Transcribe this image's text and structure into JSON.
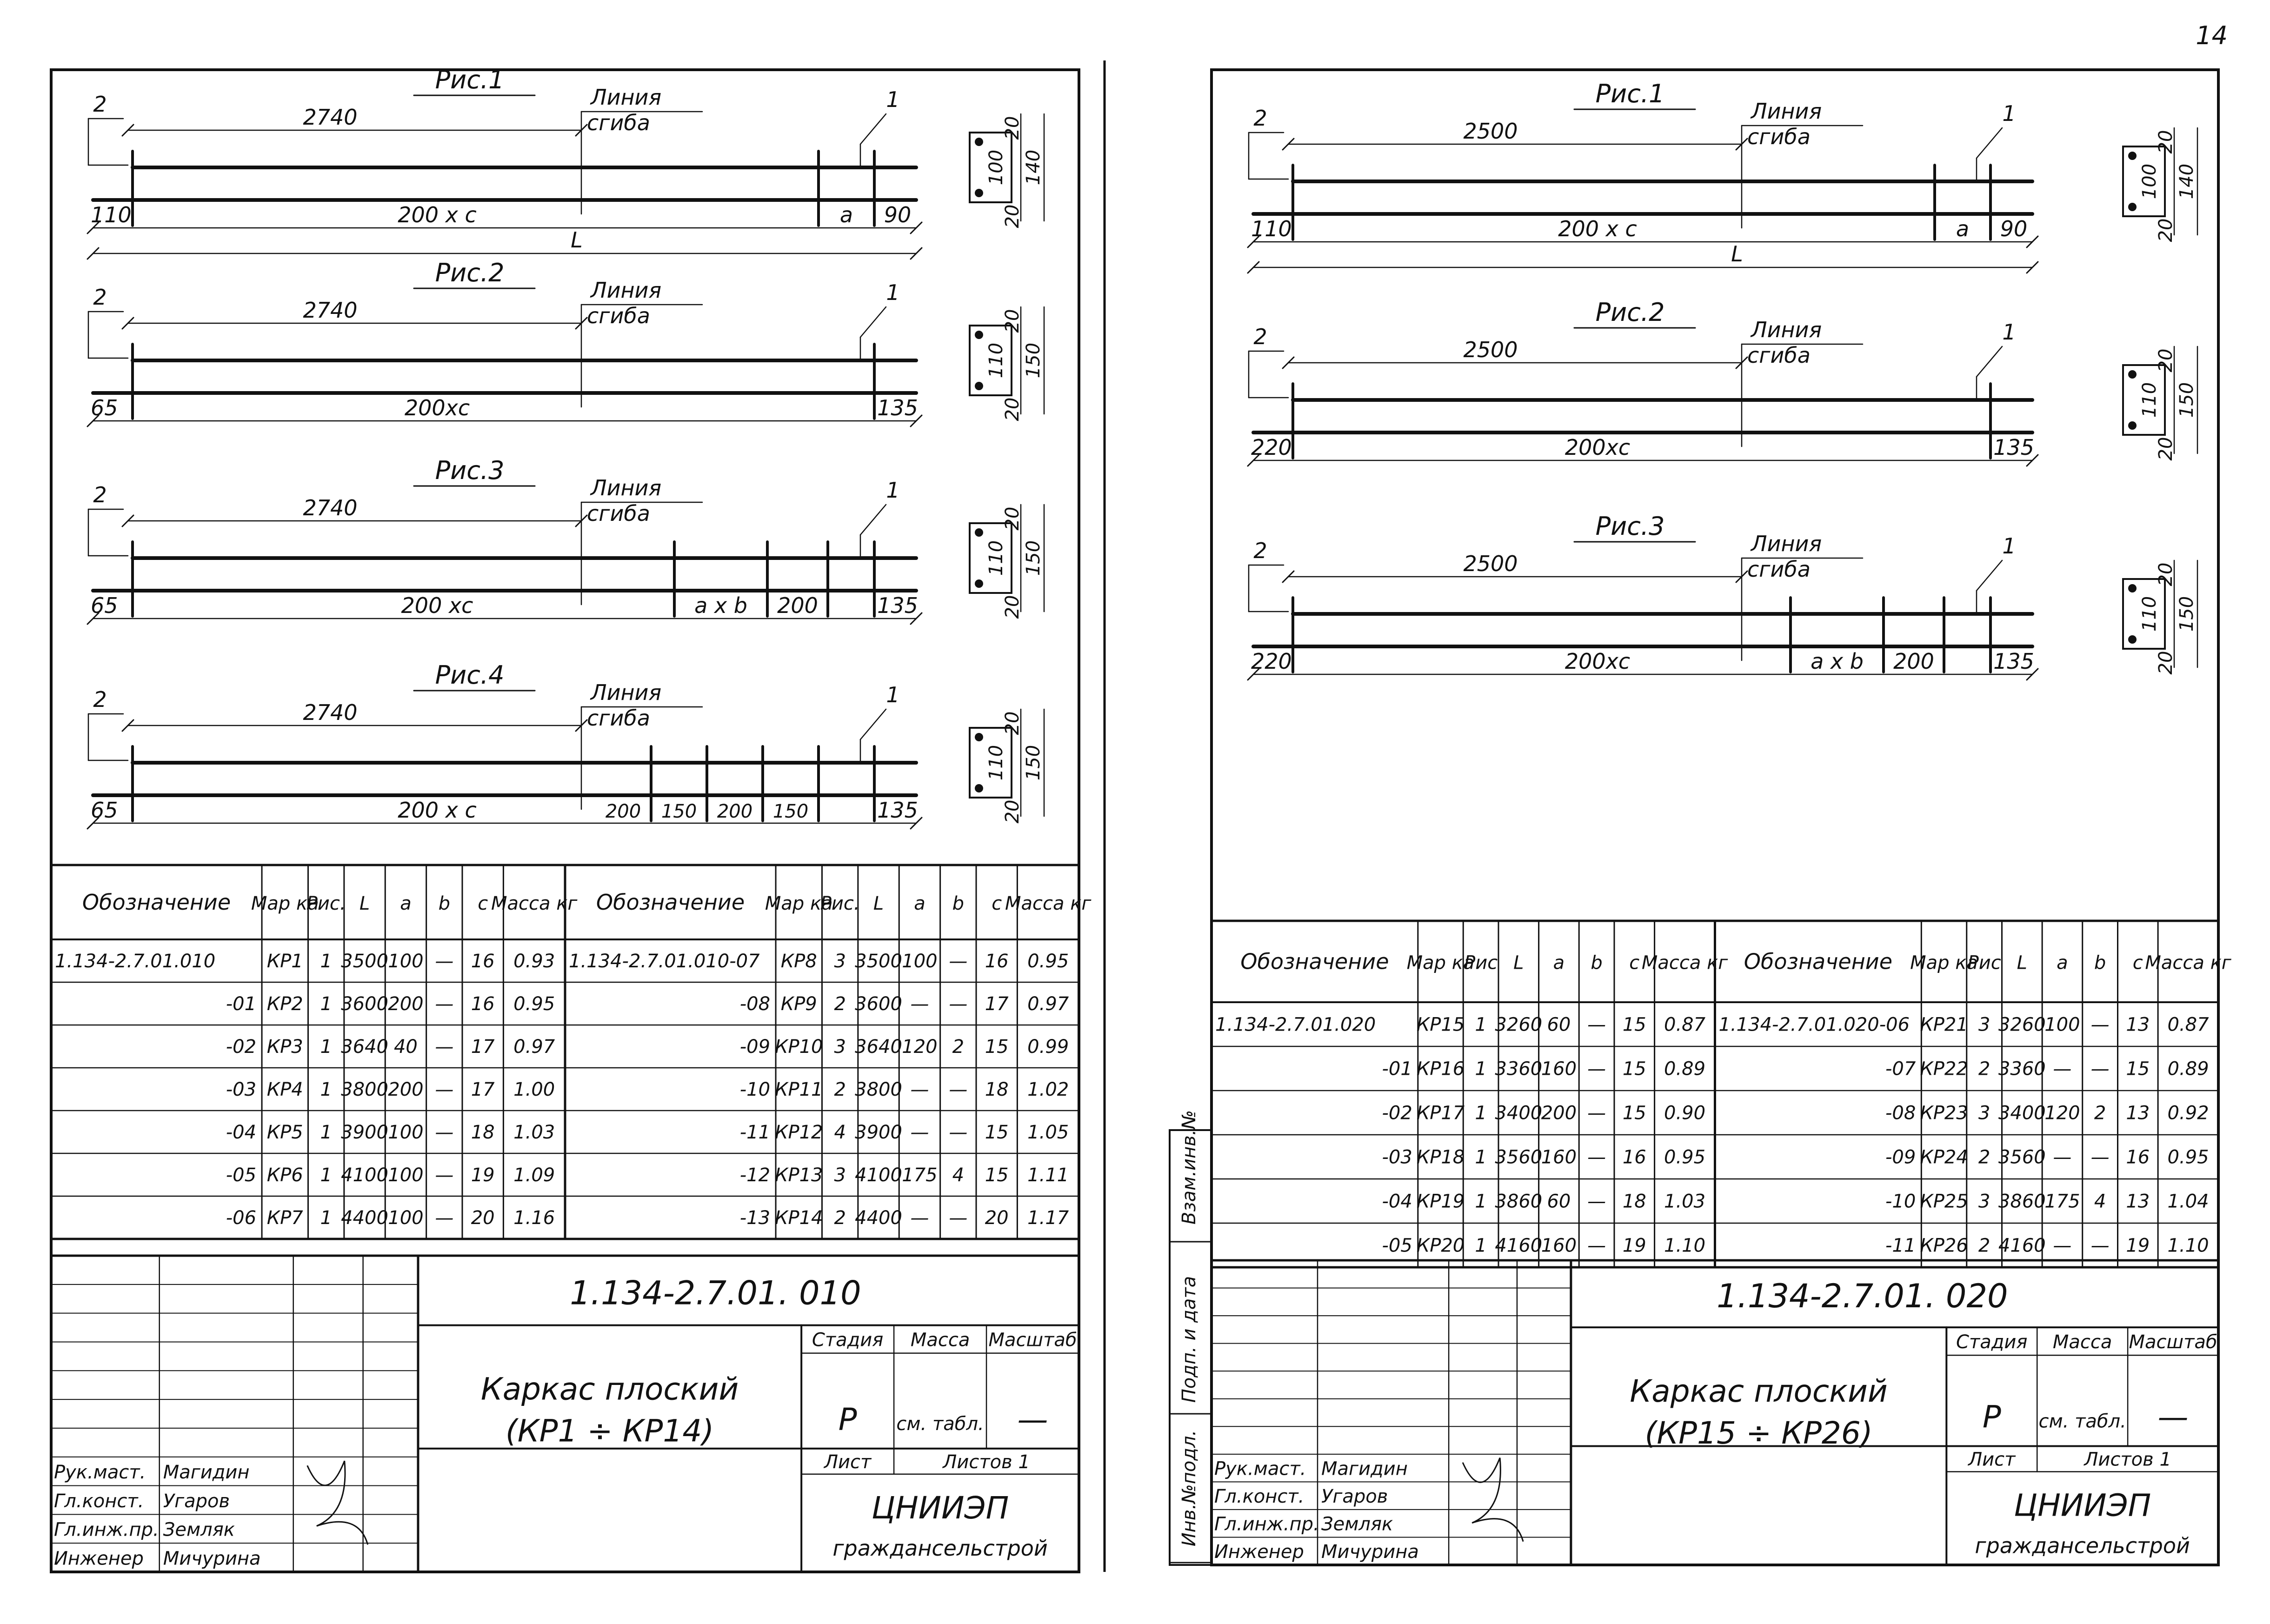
{
  "page_number": "14",
  "sheets": [
    {
      "figures": [
        {
          "title": "Рис.1",
          "dim_top": "2740",
          "top_left": "2",
          "fold_line": "Линия",
          "fold_line2": "сгиба",
          "bottom_left": "110",
          "spacing": "200 x c",
          "tag_a": "a",
          "right_end": "90",
          "length": "L",
          "mark1": "1",
          "sec_w": "100",
          "sec_top": "20",
          "sec_right": "140",
          "sec_bot": "20"
        },
        {
          "title": "Рис.2",
          "dim_top": "2740",
          "top_left": "2",
          "fold_line": "Линия",
          "fold_line2": "сгиба",
          "bottom_left": "65",
          "spacing": "200xc",
          "right_end": "135",
          "mark1": "1",
          "sec_w": "110",
          "sec_top": "20",
          "sec_right": "150",
          "sec_bot": "20"
        },
        {
          "title": "Рис.3",
          "dim_top": "2740",
          "top_left": "2",
          "fold_line": "Линия",
          "fold_line2": "сгиба",
          "bottom_left": "65",
          "spacing": "200 xc",
          "axb": "a x b",
          "d200": "200",
          "right_end": "135",
          "mark1": "1",
          "sec_w": "110",
          "sec_top": "20",
          "sec_right": "150",
          "sec_bot": "20"
        },
        {
          "title": "Рис.4",
          "dim_top": "2740",
          "top_left": "2",
          "fold_line": "Линия",
          "fold_line2": "сгиба",
          "bottom_left": "65",
          "spacing": "200 x c",
          "segs": [
            "150",
            "200",
            "150",
            "200"
          ],
          "right_end": "135",
          "mark1": "1",
          "sec_w": "110",
          "sec_top": "20",
          "sec_right": "150",
          "sec_bot": "20"
        }
      ],
      "table": {
        "headers": [
          "Обозначение",
          "Мар ка",
          "Рис.",
          "L",
          "a",
          "b",
          "c",
          "Масса кг"
        ],
        "left_rows": [
          [
            "1.134-2.7.01.010",
            "КР1",
            "1",
            "3500",
            "100",
            "—",
            "16",
            "0.93"
          ],
          [
            "-01",
            "КР2",
            "1",
            "3600",
            "200",
            "—",
            "16",
            "0.95"
          ],
          [
            "-02",
            "КР3",
            "1",
            "3640",
            "40",
            "—",
            "17",
            "0.97"
          ],
          [
            "-03",
            "КР4",
            "1",
            "3800",
            "200",
            "—",
            "17",
            "1.00"
          ],
          [
            "-04",
            "КР5",
            "1",
            "3900",
            "100",
            "—",
            "18",
            "1.03"
          ],
          [
            "-05",
            "КР6",
            "1",
            "4100",
            "100",
            "—",
            "19",
            "1.09"
          ],
          [
            "-06",
            "КР7",
            "1",
            "4400",
            "100",
            "—",
            "20",
            "1.16"
          ]
        ],
        "right_rows": [
          [
            "1.134-2.7.01.010-07",
            "КР8",
            "3",
            "3500",
            "100",
            "—",
            "16",
            "0.95"
          ],
          [
            "-08",
            "КР9",
            "2",
            "3600",
            "—",
            "—",
            "17",
            "0.97"
          ],
          [
            "-09",
            "КР10",
            "3",
            "3640",
            "120",
            "2",
            "15",
            "0.99"
          ],
          [
            "-10",
            "КР11",
            "2",
            "3800",
            "—",
            "—",
            "18",
            "1.02"
          ],
          [
            "-11",
            "КР12",
            "4",
            "3900",
            "—",
            "—",
            "15",
            "1.05"
          ],
          [
            "-12",
            "КР13",
            "3",
            "4100",
            "175",
            "4",
            "15",
            "1.11"
          ],
          [
            "-13",
            "КР14",
            "2",
            "4400",
            "—",
            "—",
            "20",
            "1.17"
          ]
        ]
      },
      "title_block": {
        "code": "1.134-2.7.01. 010",
        "title1": "Каркас плоский",
        "title2": "(КР1 ÷ КР14)",
        "stage_label": "Стадия",
        "mass_label": "Масса",
        "scale_label": "Масштаб",
        "stage": "Р",
        "mass": "см. табл.",
        "scale": "—",
        "sheet_label": "Лист",
        "sheets_label": "Листов 1",
        "org1": "ЦНИИЭП",
        "org2": "граждансельстрой",
        "people": [
          {
            "role": "Рук.маст.",
            "name": "Магидин"
          },
          {
            "role": "Гл.конст.",
            "name": "Угаров"
          },
          {
            "role": "Гл.инж.пр.",
            "name": "Земляк"
          },
          {
            "role": "Инженер",
            "name": "Мичурина"
          }
        ]
      }
    },
    {
      "figures": [
        {
          "title": "Рис.1",
          "dim_top": "2500",
          "top_left": "2",
          "fold_line": "Линия",
          "fold_line2": "сгиба",
          "bottom_left": "110",
          "spacing": "200 x c",
          "tag_a": "a",
          "right_end": "90",
          "length": "L",
          "mark1": "1",
          "sec_w": "100",
          "sec_top": "20",
          "sec_right": "140",
          "sec_bot": "20"
        },
        {
          "title": "Рис.2",
          "dim_top": "2500",
          "top_left": "2",
          "fold_line": "Линия",
          "fold_line2": "сгиба",
          "bottom_left": "220",
          "spacing": "200xc",
          "right_end": "135",
          "mark1": "1",
          "sec_w": "110",
          "sec_top": "20",
          "sec_right": "150",
          "sec_bot": "20"
        },
        {
          "title": "Рис.3",
          "dim_top": "2500",
          "top_left": "2",
          "fold_line": "Линия",
          "fold_line2": "сгиба",
          "bottom_left": "220",
          "spacing": "200xc",
          "axb": "a x b",
          "d200": "200",
          "right_end": "135",
          "mark1": "1",
          "sec_w": "110",
          "sec_top": "20",
          "sec_right": "150",
          "sec_bot": "20"
        }
      ],
      "table": {
        "headers": [
          "Обозначение",
          "Мар ка",
          "Рис",
          "L",
          "a",
          "b",
          "c",
          "Масса кг"
        ],
        "left_rows": [
          [
            "1.134-2.7.01.020",
            "КР15",
            "1",
            "3260",
            "60",
            "—",
            "15",
            "0.87"
          ],
          [
            "-01",
            "КР16",
            "1",
            "3360",
            "160",
            "—",
            "15",
            "0.89"
          ],
          [
            "-02",
            "КР17",
            "1",
            "3400",
            "200",
            "—",
            "15",
            "0.90"
          ],
          [
            "-03",
            "КР18",
            "1",
            "3560",
            "160",
            "—",
            "16",
            "0.95"
          ],
          [
            "-04",
            "КР19",
            "1",
            "3860",
            "60",
            "—",
            "18",
            "1.03"
          ],
          [
            "-05",
            "КР20",
            "1",
            "4160",
            "160",
            "—",
            "19",
            "1.10"
          ]
        ],
        "right_rows": [
          [
            "1.134-2.7.01.020-06",
            "КР21",
            "3",
            "3260",
            "100",
            "—",
            "13",
            "0.87"
          ],
          [
            "-07",
            "КР22",
            "2",
            "3360",
            "—",
            "—",
            "15",
            "0.89"
          ],
          [
            "-08",
            "КР23",
            "3",
            "3400",
            "120",
            "2",
            "13",
            "0.92"
          ],
          [
            "-09",
            "КР24",
            "2",
            "3560",
            "—",
            "—",
            "16",
            "0.95"
          ],
          [
            "-10",
            "КР25",
            "3",
            "3860",
            "175",
            "4",
            "13",
            "1.04"
          ],
          [
            "-11",
            "КР26",
            "2",
            "4160",
            "—",
            "—",
            "19",
            "1.10"
          ]
        ]
      },
      "title_block": {
        "code": "1.134-2.7.01. 020",
        "title1": "Каркас плоский",
        "title2": "(КР15 ÷ КР26)",
        "stage_label": "Стадия",
        "mass_label": "Масса",
        "scale_label": "Масштаб",
        "stage": "Р",
        "mass": "см. табл.",
        "scale": "—",
        "sheet_label": "Лист",
        "sheets_label": "Листов 1",
        "org1": "ЦНИИЭП",
        "org2": "граждансельстрой",
        "people": [
          {
            "role": "Рук.маст.",
            "name": "Магидин"
          },
          {
            "role": "Гл.конст.",
            "name": "Угаров"
          },
          {
            "role": "Гл.инж.пр.",
            "name": "Земляк"
          },
          {
            "role": "Инженер",
            "name": "Мичурина"
          }
        ],
        "side_labels": [
          "Инв.№подл.",
          "Подп. и дата",
          "Взам.инв.№"
        ]
      }
    }
  ]
}
